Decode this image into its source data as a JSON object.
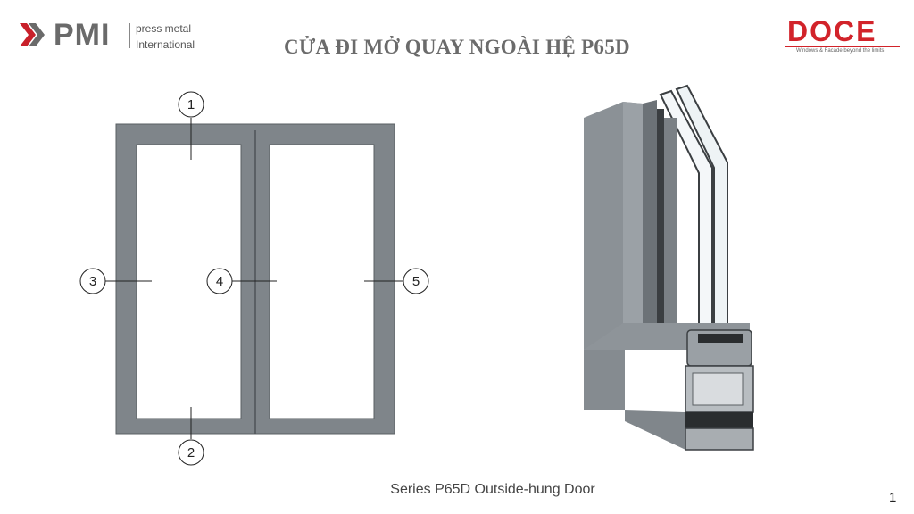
{
  "brand": {
    "pmi_mark": "PMI",
    "pmi_line1": "press metal",
    "pmi_line2": "International",
    "doce_name": "DOCE",
    "doce_tagline": "Windows & Facade beyond the limits",
    "doce_color": "#d2232a"
  },
  "title": "CỬA ĐI MỞ QUAY NGOÀI HỆ P65D",
  "diagram": {
    "callouts": [
      "1",
      "2",
      "3",
      "4",
      "5"
    ]
  },
  "caption": "Series P65D Outside-hung Door",
  "page_number": "1",
  "colors": {
    "frame": "#7f858a",
    "frame_edge": "#5a5f63",
    "accent": "#d2232a"
  }
}
